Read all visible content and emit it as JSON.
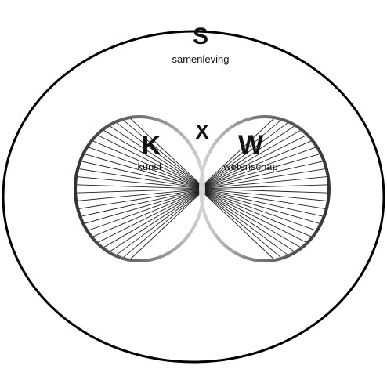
{
  "society": {
    "letter": "S",
    "word": "samenleving"
  },
  "art": {
    "letter": "K",
    "word": "kunst"
  },
  "science": {
    "letter": "W",
    "word": "wetenschap"
  },
  "intersection": {
    "letter": "X"
  },
  "colors": {
    "outline": "#000000",
    "rim_dark": "#4a4a4a",
    "rim_light": "#bdbdbd",
    "spoke": "#222222",
    "overlap": "#e6e6e6"
  }
}
